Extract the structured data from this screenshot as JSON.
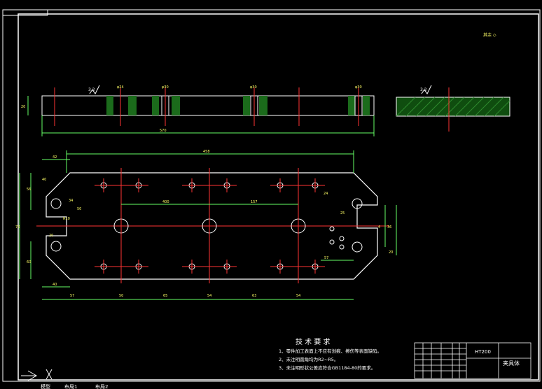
{
  "drawing": {
    "roughness_note": "其余 ◇",
    "top_view": {
      "roughness": "3.2",
      "thickness": "20",
      "length": "570",
      "holes": [
        "φ24",
        "φ30",
        "φ30",
        "φ30"
      ]
    },
    "section_view": {
      "roughness": "3.2"
    },
    "plan_view": {
      "overall_length": "458",
      "dims_left": [
        "42",
        "70",
        "56",
        "60",
        "50",
        "R10",
        "40",
        "34",
        "20",
        "40"
      ],
      "dims_center": [
        "400",
        "157"
      ],
      "dims_right": [
        "25",
        "4",
        "57",
        "36",
        "20",
        "24"
      ],
      "dims_bottom": [
        "57",
        "50",
        "65",
        "54",
        "63",
        "54"
      ]
    },
    "tech_requirements": {
      "title": "技 术 要 求",
      "items": [
        "1、零件加工表面上不应有划痕、擦伤等表面缺陷。",
        "2、未注明圆角均为R2~R5。",
        "3、未注明形状公差应符合GB1184-80的要求。"
      ]
    },
    "title_block": {
      "material": "HT200",
      "part_name": "夹具体"
    },
    "status_bar": [
      "模型",
      "布局1",
      "布局2"
    ]
  }
}
